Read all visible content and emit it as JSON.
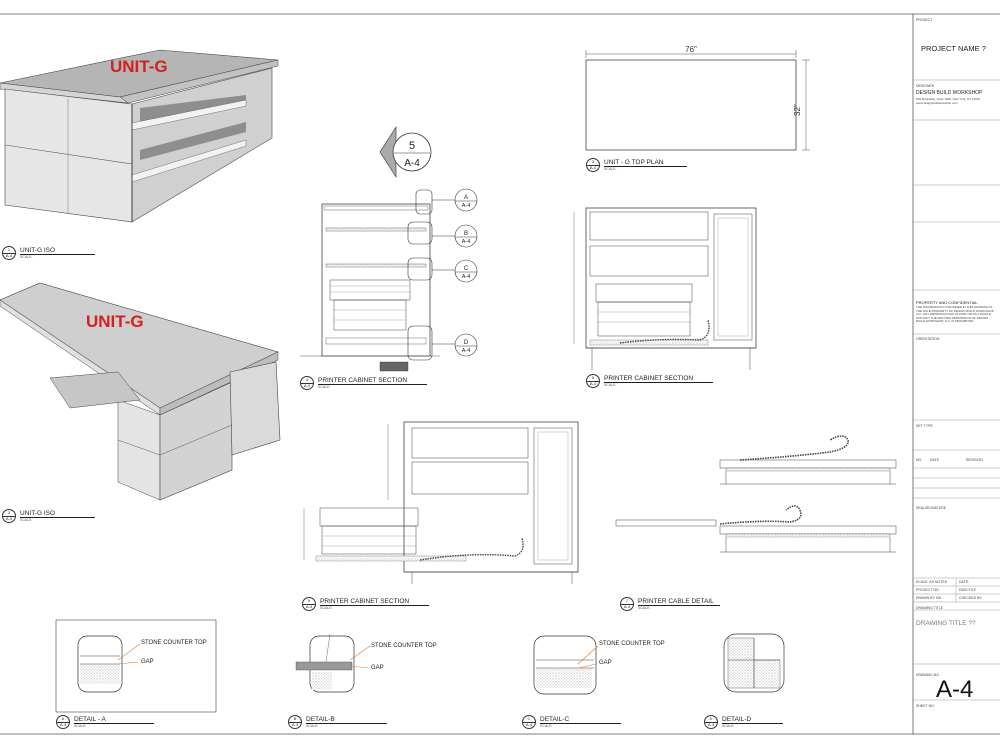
{
  "isometric": {
    "iso1": {
      "tag": "UNIT-G",
      "circle_num": "1",
      "circle_sheet": "A-4",
      "title": "UNIT-G ISO",
      "scale": "SCALE:"
    },
    "iso2": {
      "tag": "UNIT-G",
      "circle_num": "3",
      "circle_sheet": "A-4",
      "title": "UNIT-G ISO",
      "scale": "SCALE:"
    }
  },
  "top_plan": {
    "dim_width": "76\"",
    "dim_depth": "32\"",
    "circle_num": "3",
    "circle_sheet": "A-4",
    "title": "UNIT - G TOP PLAN",
    "scale": "SCALE:"
  },
  "section_marker": {
    "num": "5",
    "sheet": "A-4"
  },
  "detail_callouts": [
    {
      "letter": "A",
      "sheet": "A-4"
    },
    {
      "letter": "B",
      "sheet": "A-4"
    },
    {
      "letter": "C",
      "sheet": "A-4"
    },
    {
      "letter": "D",
      "sheet": "A-4"
    }
  ],
  "sections": {
    "s4": {
      "circle_num": "4",
      "circle_sheet": "A-4",
      "title": "PRINTER CABINET SECTION",
      "scale": "SCALE:"
    },
    "s5": {
      "circle_num": "5",
      "circle_sheet": "A-4",
      "title": "PRINTER CABINET SECTION",
      "scale": "SCALE:"
    },
    "s6": {
      "circle_num": "5",
      "circle_sheet": "A-4",
      "title": "PRINTER CABINET SECTION",
      "scale": "SCALE:"
    },
    "s7": {
      "circle_num": "7",
      "circle_sheet": "A-4",
      "title": "PRINTER CABLE DETAIL",
      "scale": "SCALE:"
    }
  },
  "details": [
    {
      "circle": "A",
      "sheet": "A-4",
      "title": "DETAIL - A",
      "scale": "SCALE:",
      "note1": "STONE COUNTER TOP",
      "note2": "GAP"
    },
    {
      "circle": "B",
      "sheet": "A-4",
      "title": "DETAIL-B",
      "scale": "SCALE:",
      "note1": "STONE COUNTER TOP",
      "note2": "GAP"
    },
    {
      "circle": "C",
      "sheet": "A-4",
      "title": "DETAIL-C",
      "scale": "SCALE:",
      "note1": "STONE COUNTER TOP",
      "note2": "GAP"
    },
    {
      "circle": "D",
      "sheet": "A-4",
      "title": "DETAIL-D",
      "scale": "SCALE:"
    }
  ],
  "title_block": {
    "project_label": "PROJECT",
    "project_name": "PROJECT NAME ?",
    "designer_label": "DESIGNER",
    "designer": "DESIGN BUILD WORKSHOP",
    "designer_address": "299 Broadway, Suite 1000, New York, NY 10007",
    "designer_web": "www.designbuildworkshop.com",
    "property_title": "PROPERTY AND CONFIDENTIAL",
    "property_text": "THE INFORMATION CONTAINED IN THIS DRAWING IS THE SOLE PROPERTY OF DESIGN BUILD WORKSHOP, LLC. ANY REPRODUCTION IN PART OR AS A WHOLE WITHOUT THE WRITTEN PERMISSION OF DESIGN BUILD WORKSHOP, LLC IS PROHIBITED.",
    "orientation_label": "ORIENTATION",
    "set_type_label": "SET TYPE",
    "rev_no": "NO.",
    "rev_date": "DATE",
    "rev_revision": "REVISION",
    "seal_label": "SEAL/SIGNATURE",
    "scale_label": "SCALE: AS NOTED",
    "date_label": "DATE:",
    "project_no_label": "PROJECT NO:",
    "project_no_value": "DWG FILE",
    "drawn_by_label": "DRAWN BY:",
    "drawn_by_value": "DB",
    "checked_by_label": "CHECKED BY:",
    "drawing_title_label": "DRAWING TITLE",
    "drawing_title": "DRAWING TITLE ??",
    "drawing_no_label": "DRAWING NO.",
    "drawing_no": "A-4",
    "sheet_no_label": "SHEET NO."
  },
  "colors": {
    "tag_red": "#d4201f",
    "line": "#333333",
    "callout": "#e07a2a"
  }
}
